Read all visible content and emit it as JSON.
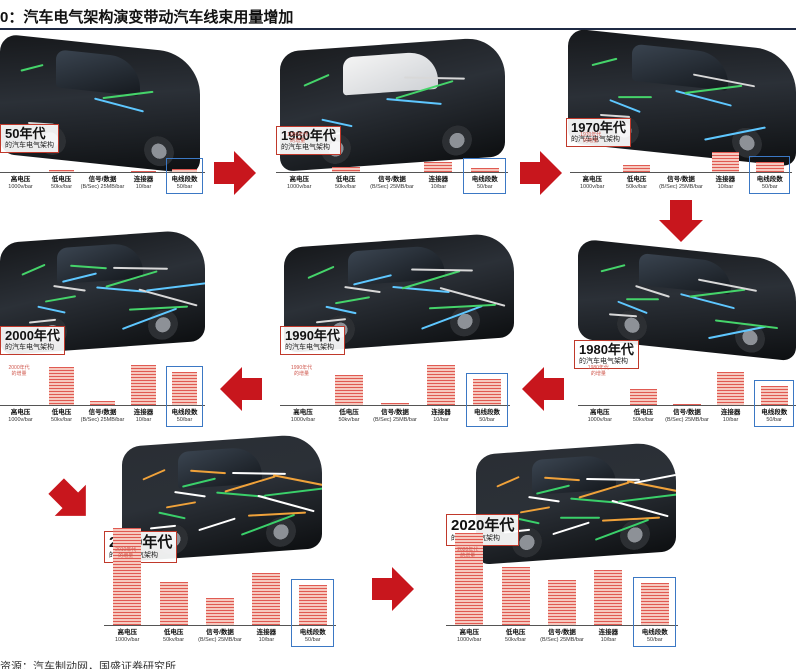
{
  "title": "0：汽车电气架构演变带动汽车线束用量增加",
  "source": "资源：汽车制动网，国盛证券研究所",
  "categories": [
    {
      "name": "高电压",
      "unit": "1000v/bar"
    },
    {
      "name": "低电压",
      "unit": "50kv/bar"
    },
    {
      "name": "信号/数据",
      "unit": "(B/Sec) 25MB/bar"
    },
    {
      "name": "连接器",
      "unit": "10/bar"
    },
    {
      "name": "电线段数",
      "unit": "50/bar"
    }
  ],
  "ghost_label_prefix": "年代",
  "ghost_label_suffix": "的增量",
  "colors": {
    "bar": "#e05a52",
    "ghost": "#f3b1a4",
    "highlight": "#3b78c4",
    "arrow": "#c8161d",
    "era_border": "#c0392b"
  },
  "chart_data": [
    {
      "type": "bar",
      "era": "1950年代",
      "era_label": "50年代",
      "subtitle": "的汽车电气架构",
      "categories": [
        "高电压",
        "低电压",
        "信号/数据",
        "连接器",
        "电线段数"
      ],
      "values": [
        0,
        2,
        0,
        1,
        3
      ],
      "ghost": null,
      "highlight": "电线段数"
    },
    {
      "type": "bar",
      "era": "1960年代",
      "era_label": "1960年代",
      "subtitle": "的汽车电气架构",
      "categories": [
        "高电压",
        "低电压",
        "信号/数据",
        "连接器",
        "电线段数"
      ],
      "values": [
        0,
        5,
        0,
        10,
        4
      ],
      "ghost": {
        "era": "1950",
        "values": [
          0,
          2,
          0,
          1,
          3
        ]
      },
      "highlight": "电线段数"
    },
    {
      "type": "bar",
      "era": "1970年代",
      "era_label": "1970年代",
      "subtitle": "的汽车电气架构",
      "categories": [
        "高电压",
        "低电压",
        "信号/数据",
        "连接器",
        "电线段数"
      ],
      "values": [
        0,
        7,
        0,
        20,
        10
      ],
      "ghost": {
        "era": "1970",
        "values": [
          0,
          5,
          0,
          10,
          4
        ]
      },
      "highlight": "电线段数"
    },
    {
      "type": "bar",
      "era": "1980年代",
      "era_label": "1980年代",
      "subtitle": "的汽车电气架构",
      "categories": [
        "高电压",
        "低电压",
        "信号/数据",
        "连接器",
        "电线段数"
      ],
      "values": [
        0,
        16,
        1,
        33,
        19
      ],
      "ghost": {
        "era": "1980",
        "values": [
          0,
          10,
          0,
          20,
          10
        ]
      },
      "highlight": "电线段数"
    },
    {
      "type": "bar",
      "era": "1990年代",
      "era_label": "1990年代",
      "subtitle": "的汽车电气架构",
      "categories": [
        "高电压",
        "低电压",
        "信号/数据",
        "连接器",
        "电线段数"
      ],
      "values": [
        0,
        30,
        2,
        40,
        26
      ],
      "ghost": {
        "era": "1990",
        "values": [
          0,
          16,
          1,
          33,
          19
        ]
      },
      "highlight": "电线段数"
    },
    {
      "type": "bar",
      "era": "2000年代",
      "era_label": "2000年代",
      "subtitle": "的汽车电气架构",
      "categories": [
        "高电压",
        "低电压",
        "信号/数据",
        "连接器",
        "电线段数"
      ],
      "values": [
        0,
        38,
        4,
        40,
        33
      ],
      "ghost": {
        "era": "2000",
        "values": [
          0,
          30,
          2,
          40,
          26
        ]
      },
      "highlight": "电线段数"
    },
    {
      "type": "bar",
      "era": "2010年代",
      "era_label": "2010年代",
      "subtitle": "的汽车电气架构",
      "categories": [
        "高电压",
        "低电压",
        "信号/数据",
        "连接器",
        "电线段数"
      ],
      "values": [
        58,
        26,
        16,
        31,
        24
      ],
      "ghost": {
        "era": "2010",
        "values": [
          0,
          0,
          0,
          0,
          0
        ]
      },
      "highlight": "电线段数"
    },
    {
      "type": "bar",
      "era": "2020年代",
      "era_label": "2020年代",
      "subtitle": "的汽车电气架构",
      "categories": [
        "高电压",
        "低电压",
        "信号/数据",
        "连接器",
        "电线段数"
      ],
      "values": [
        55,
        35,
        27,
        33,
        25
      ],
      "ghost": {
        "era": "2020",
        "values": [
          0,
          0,
          0,
          0,
          0
        ]
      },
      "highlight": "电线段数"
    }
  ]
}
